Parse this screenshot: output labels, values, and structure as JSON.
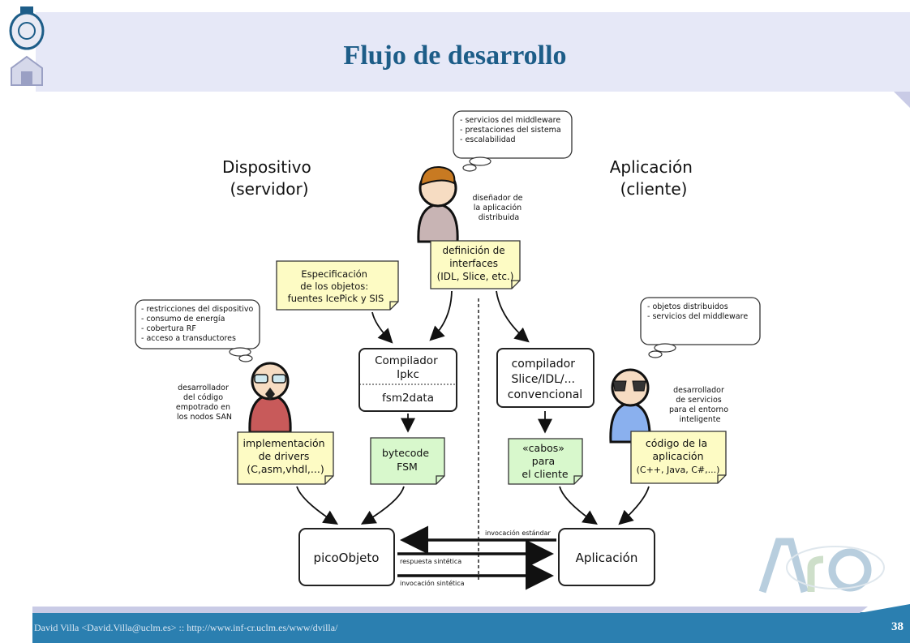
{
  "slide": {
    "title": "Flujo de desarrollo",
    "footer": "David Villa <David.Villa@uclm.es> :: http://www.inf-cr.uclm.es/www/dvilla/",
    "page_number": "38",
    "colors": {
      "header_bg": "#e6e8f7",
      "title": "#1d5d88",
      "footer_band": "#2b7fb0",
      "note_yellow": "#fdfbc4",
      "note_green": "#d8f8cc"
    }
  },
  "diagram": {
    "side_left": [
      "Dispositivo",
      "(servidor)"
    ],
    "side_right": [
      "Aplicación",
      "(cliente)"
    ],
    "designer_label": [
      "diseñador de",
      "la aplicación",
      "distribuida"
    ],
    "designer_thought": [
      "- servicios del middleware",
      "- prestaciones del sistema",
      "- escalabilidad"
    ],
    "interfaces_note": [
      "definición de",
      "interfaces",
      "(IDL, Slice, etc.)"
    ],
    "spec_note": [
      "Especificación",
      "de los objetos:",
      "fuentes IcePick y SIS"
    ],
    "left_thought": [
      "- restricciones del dispositivo",
      "- consumo de energía",
      "- cobertura RF",
      "- acceso a transductores"
    ],
    "right_thought": [
      "- objetos distribuidos",
      "- servicios del middleware"
    ],
    "left_dev_label": [
      "desarrollador",
      "del código",
      "empotrado en",
      "los nodos SAN"
    ],
    "right_dev_label": [
      "desarrollador",
      "de servicios",
      "para el entorno",
      "inteligente"
    ],
    "compiler_ipkc": [
      "Compilador",
      "Ipkc"
    ],
    "compiler_ipkc_sub": "fsm2data",
    "compiler_conv": [
      "compilador",
      "Slice/IDL/...",
      "convencional"
    ],
    "drivers_note": [
      "implementación",
      "de drivers",
      "(C,asm,vhdl,...)"
    ],
    "bytecode_note": [
      "bytecode",
      "FSM"
    ],
    "stubs_note": [
      "«cabos»",
      "para",
      "el cliente"
    ],
    "app_code_note": [
      "código de la",
      "aplicación",
      "(C++, Java, C#,...)"
    ],
    "pico_box": "picoObjeto",
    "app_box": "Aplicación",
    "arrow_standard": "invocación estándar",
    "arrow_response": "respuesta sintética",
    "arrow_synthetic": "invocación sintética"
  }
}
